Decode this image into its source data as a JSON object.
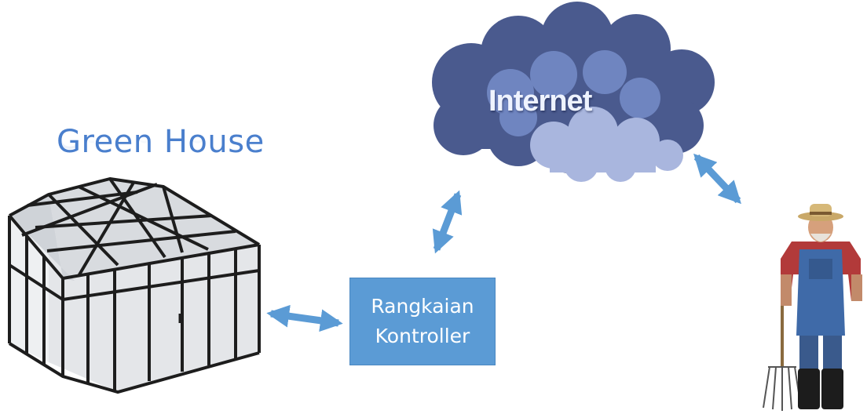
{
  "greenhouse": {
    "title": "Green House"
  },
  "controller": {
    "line1": "Rangkaian",
    "line2": "Kontroller"
  },
  "cloud": {
    "label": "Internet"
  },
  "colors": {
    "title": "#4a7fcd",
    "box": "#5b9bd5",
    "arrow": "#5b9bd5",
    "cloud_dark": "#4a5a8e",
    "cloud_mid": "#6f85c0",
    "cloud_light": "#a9b6de"
  },
  "icons": {
    "greenhouse": "greenhouse-illustration",
    "farmer": "farmer-photo",
    "cloud": "cloud-icon"
  }
}
